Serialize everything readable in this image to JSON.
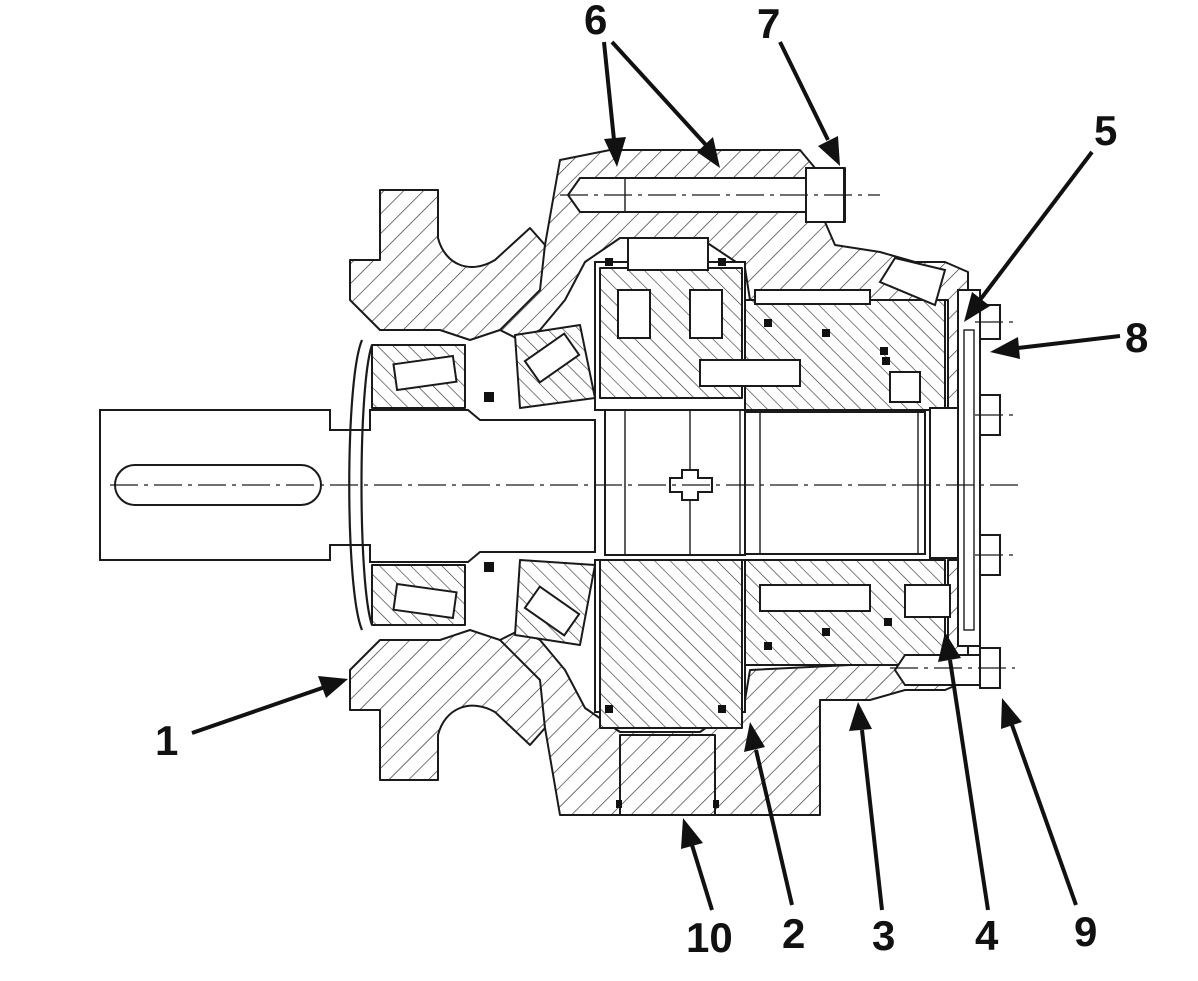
{
  "diagram": {
    "colors": {
      "line": "#1a1a1a",
      "background": "#ffffff",
      "label": "#111111"
    },
    "callouts": [
      {
        "id": "c1",
        "text": "1"
      },
      {
        "id": "c2",
        "text": "2"
      },
      {
        "id": "c3",
        "text": "3"
      },
      {
        "id": "c4",
        "text": "4"
      },
      {
        "id": "c5",
        "text": "5"
      },
      {
        "id": "c6",
        "text": "6"
      },
      {
        "id": "c7",
        "text": "7"
      },
      {
        "id": "c8",
        "text": "8"
      },
      {
        "id": "c9",
        "text": "9"
      },
      {
        "id": "c10",
        "text": "10"
      }
    ]
  }
}
